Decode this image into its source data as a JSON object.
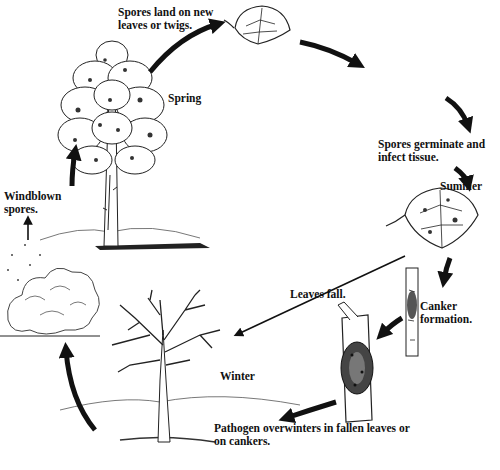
{
  "diagram": {
    "labels": [
      "Spores land on new leaves or twigs.",
      "Spring",
      "Spores germinate and infect tissue.",
      "Summer",
      "Windblown spores.",
      "Leaves fall.",
      "Canker formation.",
      "Winter",
      "Pathogen overwinters in fallen leaves or on cankers."
    ]
  }
}
